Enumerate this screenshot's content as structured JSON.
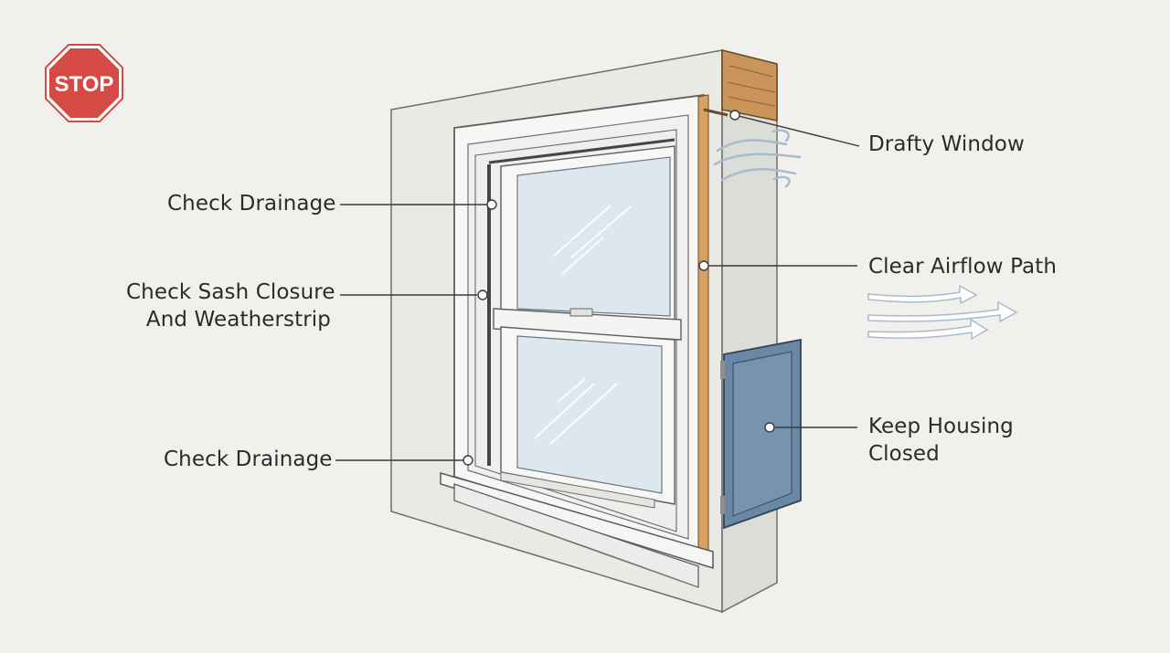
{
  "stop_sign": {
    "text": "STOP",
    "color": "#d64a45"
  },
  "labels": {
    "drafty_window": "Drafty Window",
    "check_drainage_top": "Check Drainage",
    "clear_airflow_path": "Clear Airflow Path",
    "check_sash_line1": "Check Sash Closure",
    "check_sash_line2": "And Weatherstrip",
    "keep_housing_line1": "Keep Housing",
    "keep_housing_line2": "Closed",
    "check_drainage_bottom": "Check Drainage"
  },
  "colors": {
    "background": "#f1f0ec",
    "wall": "#e8e8e4",
    "wood": "#c9955a",
    "housing": "#6b87a6",
    "glass": "#dde7ee",
    "airflow": "#a9bccd"
  }
}
